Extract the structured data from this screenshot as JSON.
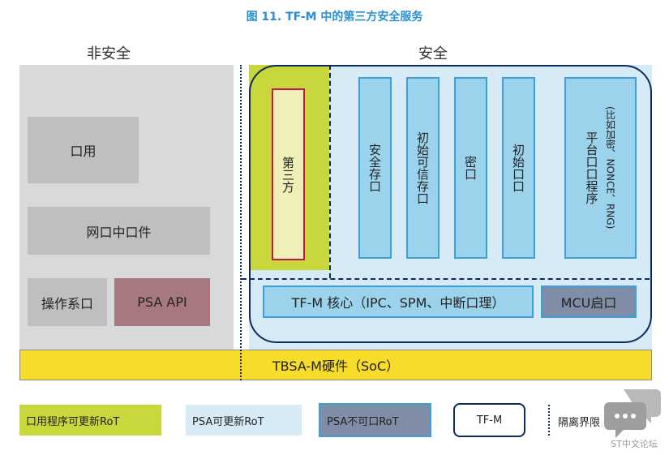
{
  "title": "图 11. TF-M 中的第三方安全服务",
  "regions": {
    "nonsecure": "非安全",
    "secure": "安全"
  },
  "nonsecure_boxes": {
    "application": "口用",
    "middleware": "网口中口件",
    "os": "操作系口",
    "psa_api": "PSA API"
  },
  "secure_boxes": {
    "third_party": "第三方",
    "services": [
      "安全存口",
      "初始可信存口",
      "密口",
      "初始口口",
      "平台口口程序",
      "(比如加密、NONCE、RNG)"
    ],
    "tfm_core": "TF-M 核心（IPC、SPM、中断口理）",
    "mcu_boot": "MCU启口"
  },
  "hardware": "TBSA-M硬件（SoC）",
  "legend": {
    "app_updatable_rot": "口用程序可更新RoT",
    "psa_updatable_rot": "PSA可更新RoT",
    "psa_immutable_rot": "PSA不可口RoT",
    "tfm": "TF-M",
    "isolation_boundary": "隔离界限"
  },
  "watermark": {
    "text": "ST中文论坛",
    "icon": "chat-bubble-icon"
  },
  "colors": {
    "title": "#2a8fd0",
    "app_rot": "#c8d73c",
    "psa_updatable": "#d6ebf5",
    "psa_immutable": "#7f8ea6",
    "service_fill": "#9bd2ec",
    "service_border": "#3f9fd6",
    "tfm_border": "#0d2a5c",
    "hardware": "#f7dc2a",
    "nonsecure_bg": "#d9d9d9",
    "psa_api": "#a8787f",
    "third_party_border": "#c4164a"
  }
}
